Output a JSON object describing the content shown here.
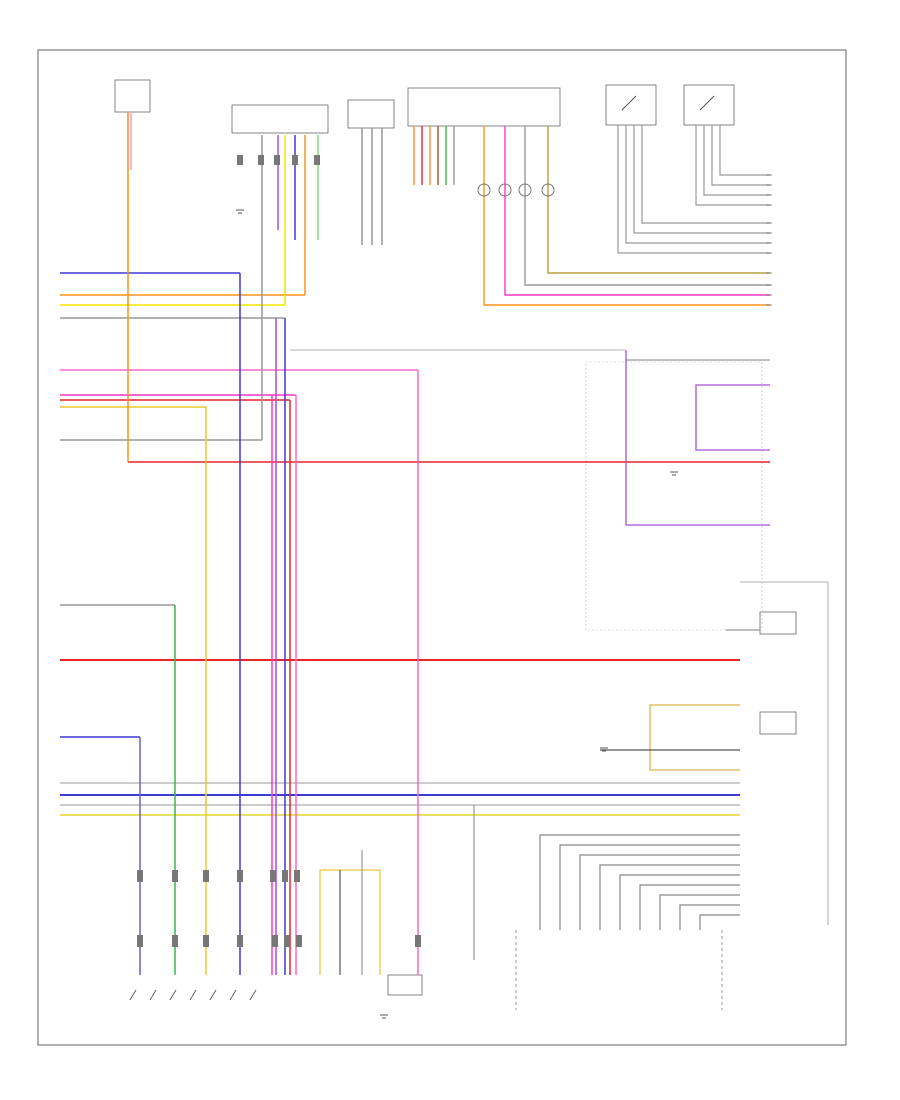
{
  "diagram": {
    "footer_label": "",
    "colors": {
      "frame": "#555555",
      "red": "#e8242d",
      "orange": "#f7931e",
      "yellow": "#f2e600",
      "green": "#39b54a",
      "blue": "#2e3192",
      "violet": "#6a3fa0",
      "pink": "#ff33cc",
      "gray": "#888888",
      "brown": "#8b5a2b",
      "black": "#333333",
      "olive": "#b8a040"
    },
    "legend": {
      "wire_colors": [
        "red",
        "orange",
        "yellow",
        "green",
        "blue",
        "violet",
        "pink",
        "gray",
        "brown",
        "black",
        "olive"
      ]
    }
  }
}
